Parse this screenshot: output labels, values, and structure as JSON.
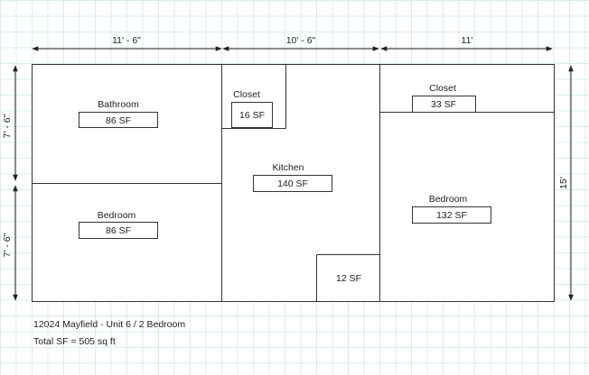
{
  "dimensions": {
    "top": [
      "11' - 6\"",
      "10' - 6\"",
      "11'"
    ],
    "left": [
      "7' - 6\"",
      "7' - 6\""
    ],
    "right": "15'"
  },
  "rooms": {
    "bathroom": {
      "label": "Bathroom",
      "area": "86 SF"
    },
    "bedroom_left": {
      "label": "Bedroom",
      "area": "86 SF"
    },
    "closet_middle": {
      "label": "Closet",
      "area": "16 SF"
    },
    "kitchen": {
      "label": "Kitchen",
      "area": "140 SF"
    },
    "small_room": {
      "area": "12 SF"
    },
    "closet_right": {
      "label": "Closet",
      "area": "33 SF"
    },
    "bedroom_right": {
      "label": "Bedroom",
      "area": "132 SF"
    }
  },
  "caption": {
    "line1": "12024 Mayfield - Unit 6 / 2 Bedroom",
    "line2": "Total SF = 505 sq ft"
  },
  "colors": {
    "grid": "#d9ecf0",
    "lines": "#333333"
  }
}
